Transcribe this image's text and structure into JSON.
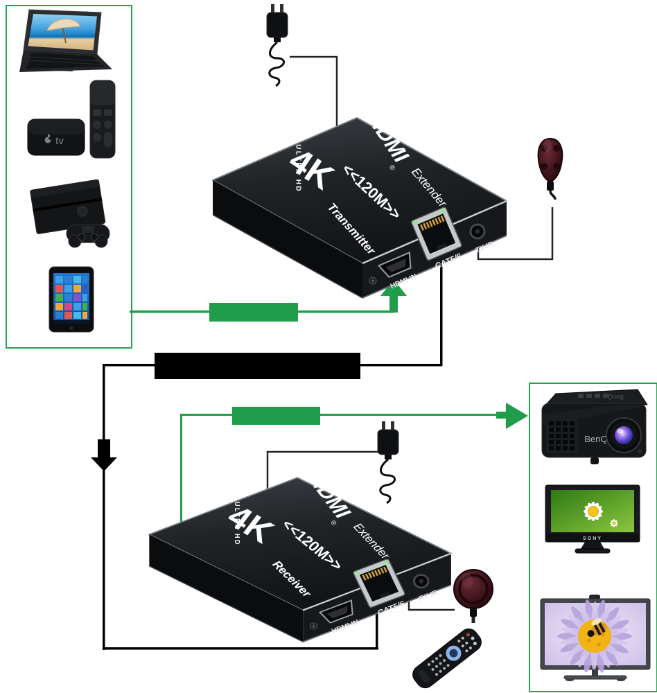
{
  "scene": {
    "background": "#ffffff",
    "hdmi_cable_green": "#1f9d4a",
    "cat_cable_black": "#000000",
    "wire_gray": "#232426"
  },
  "transmitter": {
    "badge_4k": "4K",
    "badge_ultra": "ULTRA HD",
    "brand": "HDMI",
    "reg": "®",
    "product": "Extender",
    "range": "<<120M>>",
    "role": "Transmitter",
    "port_hdmi": "HDMI IN",
    "port_lan": "CAT5/6",
    "port_ir": "TX IR"
  },
  "receiver": {
    "badge_4k": "4K",
    "badge_ultra": "ULTRA HD",
    "brand": "HDMI",
    "reg": "®",
    "product": "Extender",
    "range": "<<120M>>",
    "role": "Receiver",
    "port_hdmi": "HDMI IN",
    "port_lan": "CAT5/6",
    "port_ir": "RX IR"
  },
  "source_box": {
    "apple_tv_label": "tv",
    "devices": [
      "laptop",
      "apple-tv-remote",
      "apple-tv-box",
      "ps4-console",
      "ps4-controller",
      "windows-tablet"
    ]
  },
  "display_box": {
    "projector_brand": "BenQ",
    "sony_tv_brand": "SONY",
    "devices": [
      "benq-projector",
      "sony-tv",
      "led-tv"
    ]
  },
  "accessories": {
    "top_power_adapter": "power-adapter",
    "bottom_power_adapter": "power-adapter",
    "ir_emitter": "tx-ir-emitter",
    "ir_receiver_eye": "rx-ir-receiver",
    "remote_control": "ir-remote-control"
  }
}
